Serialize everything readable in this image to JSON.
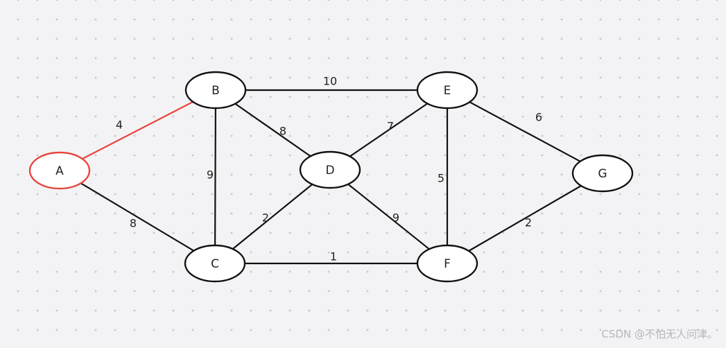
{
  "graph": {
    "nodes": [
      {
        "id": "A",
        "label": "A",
        "highlight": true
      },
      {
        "id": "B",
        "label": "B",
        "highlight": false
      },
      {
        "id": "C",
        "label": "C",
        "highlight": false
      },
      {
        "id": "D",
        "label": "D",
        "highlight": false
      },
      {
        "id": "E",
        "label": "E",
        "highlight": false
      },
      {
        "id": "F",
        "label": "F",
        "highlight": false
      },
      {
        "id": "G",
        "label": "G",
        "highlight": false
      }
    ],
    "edges": [
      {
        "from": "A",
        "to": "B",
        "weight": "4",
        "highlight": true
      },
      {
        "from": "A",
        "to": "C",
        "weight": "8",
        "highlight": false
      },
      {
        "from": "B",
        "to": "C",
        "weight": "9",
        "highlight": false
      },
      {
        "from": "B",
        "to": "D",
        "weight": "8",
        "highlight": false
      },
      {
        "from": "B",
        "to": "E",
        "weight": "10",
        "highlight": false
      },
      {
        "from": "C",
        "to": "D",
        "weight": "2",
        "highlight": false
      },
      {
        "from": "C",
        "to": "F",
        "weight": "1",
        "highlight": false
      },
      {
        "from": "D",
        "to": "E",
        "weight": "7",
        "highlight": false
      },
      {
        "from": "D",
        "to": "F",
        "weight": "9",
        "highlight": false
      },
      {
        "from": "E",
        "to": "F",
        "weight": "5",
        "highlight": false
      },
      {
        "from": "E",
        "to": "G",
        "weight": "6",
        "highlight": false
      },
      {
        "from": "F",
        "to": "G",
        "weight": "2",
        "highlight": false
      }
    ]
  },
  "colors": {
    "highlight": "#e8453c",
    "stroke": "#111111",
    "background": "#f3f3f5",
    "grid_dot": "#c9c9cf"
  },
  "watermark": {
    "text": "CSDN @不怕无人问津。"
  }
}
